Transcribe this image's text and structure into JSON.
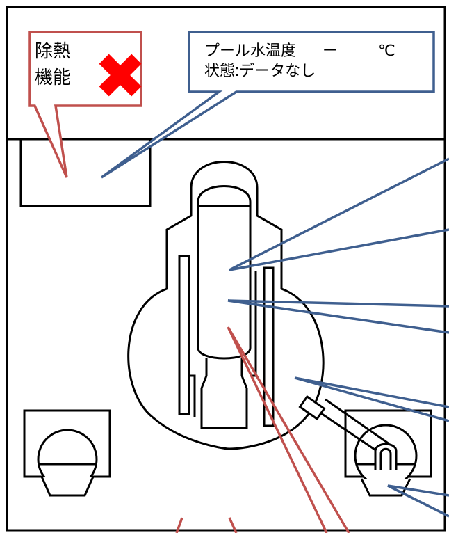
{
  "callouts": {
    "heat_removal": {
      "line1": "除熱",
      "line2": "機能",
      "status_icon": "red-x-icon"
    },
    "pool_temperature": {
      "label": "プール水温度",
      "value": "ー",
      "unit": "℃",
      "status_line": "状態:データなし"
    }
  },
  "colors": {
    "callout_blue": "#3f5f8f",
    "callout_red": "#c0504d",
    "red_x": "#ff0000",
    "outline": "#000000",
    "background": "#ffffff"
  }
}
